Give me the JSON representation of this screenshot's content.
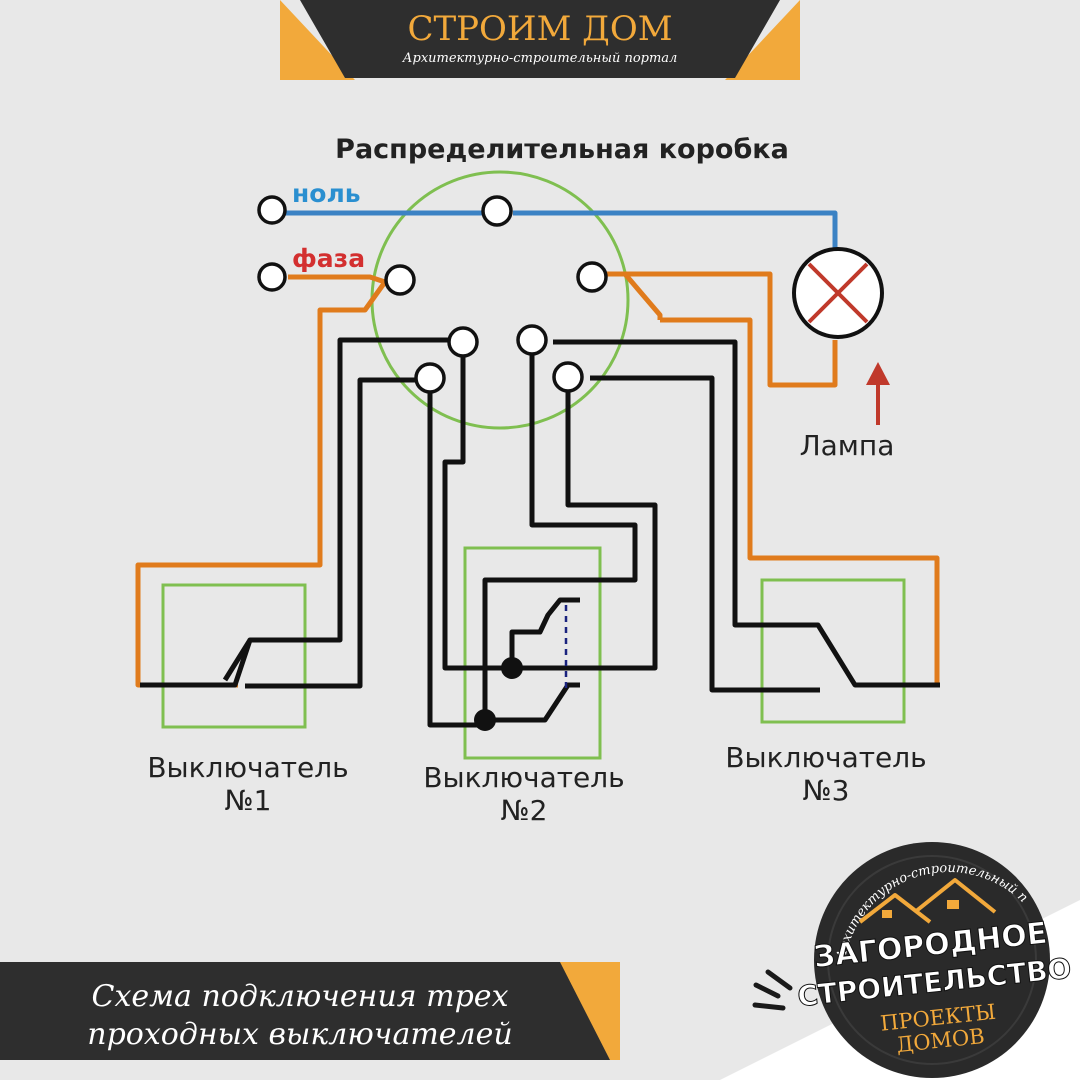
{
  "header": {
    "title": "СТРОИМ ДОМ",
    "subtitle": "Архитектурно-строительный портал"
  },
  "diagram": {
    "box_label": "Распределительная коробка",
    "neutral_label": "ноль",
    "phase_label": "фаза",
    "lamp_label": "Лампа",
    "switch1": [
      "Выключатель",
      "№1"
    ],
    "switch2": [
      "Выключатель",
      "№2"
    ],
    "switch3": [
      "Выключатель",
      "№3"
    ],
    "colors": {
      "background": "#e8e8e8",
      "neutral_wire": "#3b82c4",
      "phase_wire": "#e07b1c",
      "signal_wire": "#111111",
      "box_outline": "#7fbf50",
      "lamp_cross": "#c0392b",
      "arrow": "#c0392b",
      "neutral_text": "#2a8fd0",
      "phase_text": "#d32f2f"
    }
  },
  "caption": {
    "line1": "Схема подключения трех",
    "line2": "проходных выключателей"
  },
  "badge": {
    "arc_text": "Архитектурно-строительный портал",
    "line1": "ЗАГОРОДНОЕ",
    "line2": "СТРОИТЕЛЬСТВО",
    "line3": "ПРОЕКТЫ",
    "line4": "ДОМОВ"
  }
}
